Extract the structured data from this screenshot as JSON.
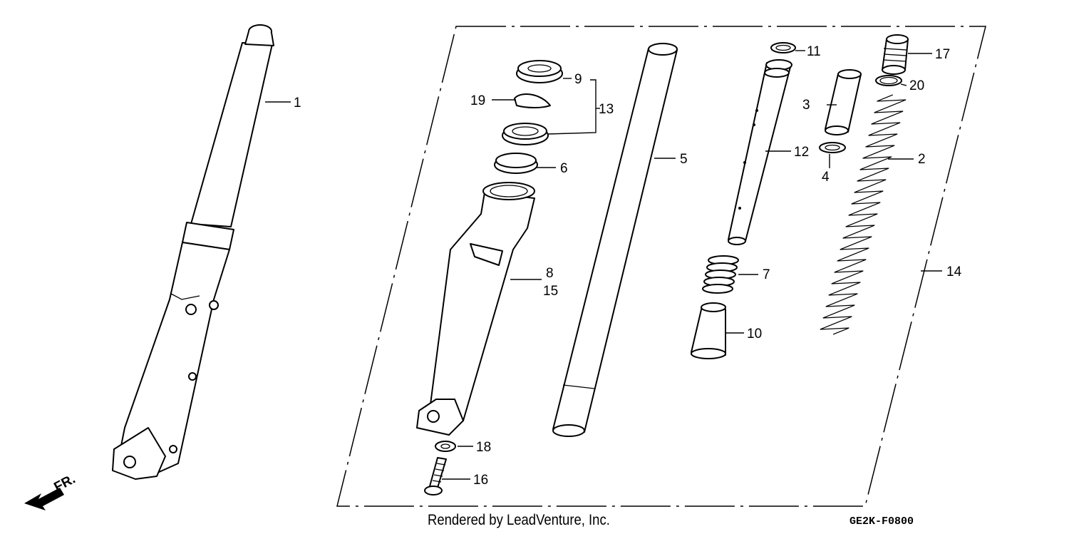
{
  "labels": {
    "p1": "1",
    "p2": "2",
    "p3": "3",
    "p4": "4",
    "p5": "5",
    "p6": "6",
    "p7": "7",
    "p8": "8",
    "p9": "9",
    "p10": "10",
    "p11": "11",
    "p12": "12",
    "p13": "13",
    "p14": "14",
    "p15": "15",
    "p16": "16",
    "p17": "17",
    "p18": "18",
    "p19": "19",
    "p20": "20"
  },
  "direction_label": "FR.",
  "footer": {
    "credit": "Rendered by LeadVenture, Inc.",
    "code": "GE2K-F0800"
  }
}
